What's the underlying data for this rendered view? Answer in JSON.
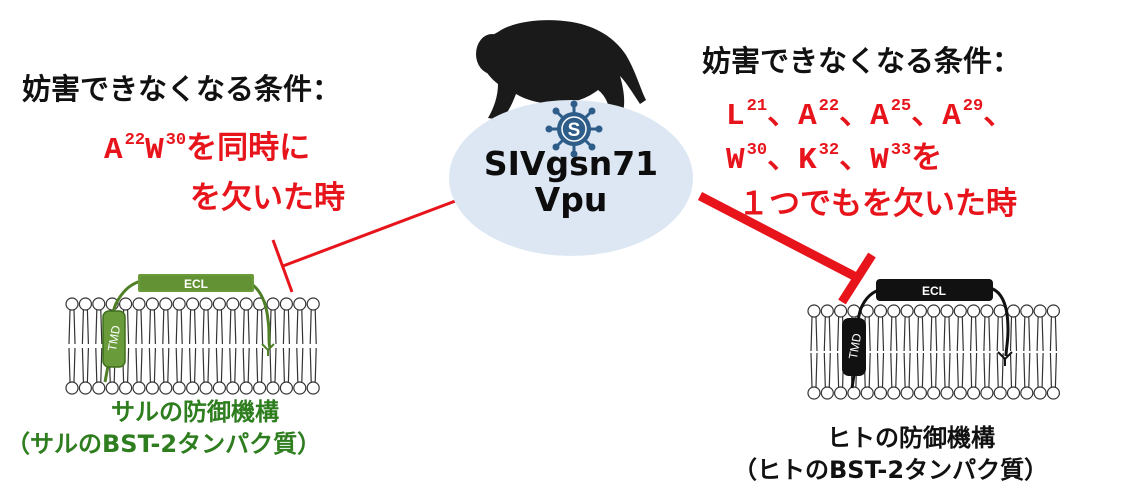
{
  "center": {
    "line1": "SIVgsn71",
    "line2": "Vpu",
    "virus_badge": "S"
  },
  "left": {
    "condition_title": "妨害できなくなる条件：",
    "r1": {
      "a": "A",
      "a_sup": "22",
      "b": "W",
      "b_sup": "30",
      "tail": "を同時に"
    },
    "line2": "を欠いた時",
    "membrane_label_ecl": "ECL",
    "membrane_label_tmd": "TMD",
    "caption1": "サルの防御機構",
    "caption2": "（サルのBST-2タンパク質）"
  },
  "right": {
    "condition_title": "妨害できなくなる条件：",
    "row1": [
      {
        "res": "L",
        "sup": "21",
        "sep": "、"
      },
      {
        "res": "A",
        "sup": "22",
        "sep": "、"
      },
      {
        "res": "A",
        "sup": "25",
        "sep": "、"
      },
      {
        "res": "A",
        "sup": "29",
        "sep": "、"
      }
    ],
    "row2": [
      {
        "res": "W",
        "sup": "30",
        "sep": "、"
      },
      {
        "res": "K",
        "sup": "32",
        "sep": "、"
      },
      {
        "res": "W",
        "sup": "33",
        "sep": "を"
      }
    ],
    "line3": "１つでもを欠いた時",
    "membrane_label_ecl": "ECL",
    "membrane_label_tmd": "TMD",
    "caption1": "ヒトの防御機構",
    "caption2": "（ヒトのBST-2タンパク質）"
  },
  "colors": {
    "red": "#e8141c",
    "green": "#2e7d1f",
    "ellipse": "#dde7f3",
    "virus": "#2f5d8a",
    "monkey": "#1a1a1a"
  },
  "icons": [
    "monkey-silhouette-icon",
    "virus-icon"
  ]
}
